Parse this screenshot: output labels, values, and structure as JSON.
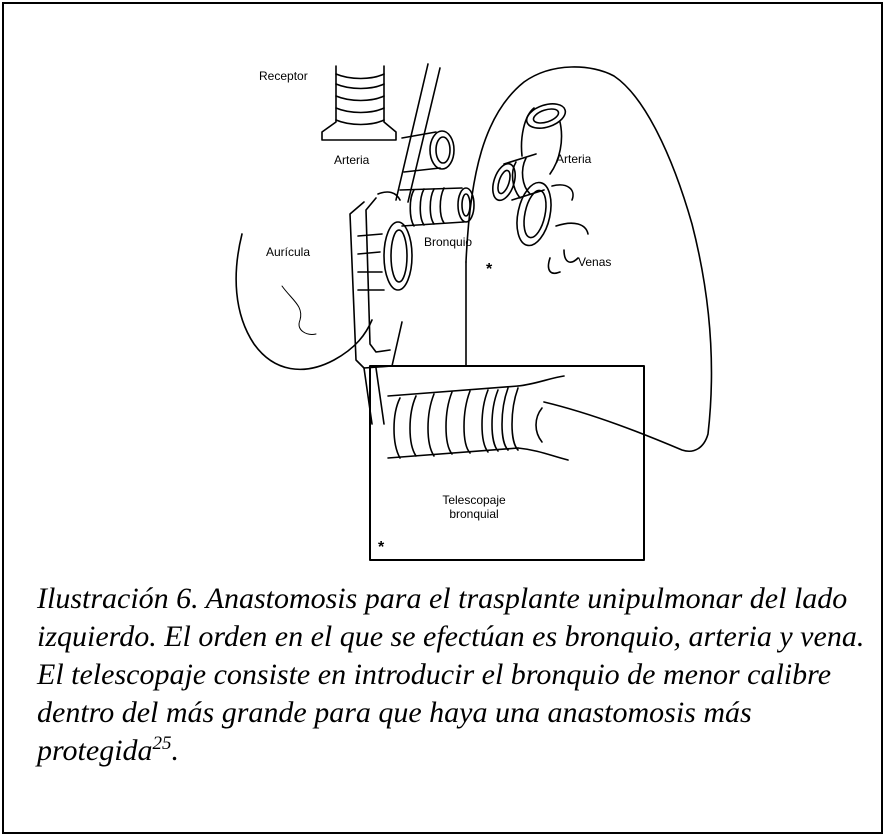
{
  "figure": {
    "labels": {
      "receptor": "Receptor",
      "arteria_left": "Arteria",
      "auricula": "Aurícula",
      "bronquio": "Bronquio",
      "arteria_right": "Arteria",
      "venas": "Venas",
      "asterisk_main": "*",
      "telescopaje_line1": "Telescopaje",
      "telescopaje_line2": "bronquial",
      "asterisk_inset": "*"
    }
  },
  "caption": {
    "text": "Ilustración 6. Anastomosis para el trasplante unipulmonar del lado izquierdo. El orden en el que se efectúan es bronquio, arteria y vena. El telescopaje consiste en introducir el bronquio de menor calibre dentro del más grande para que haya una anastomosis más protegida",
    "reference": "25",
    "end": "."
  }
}
